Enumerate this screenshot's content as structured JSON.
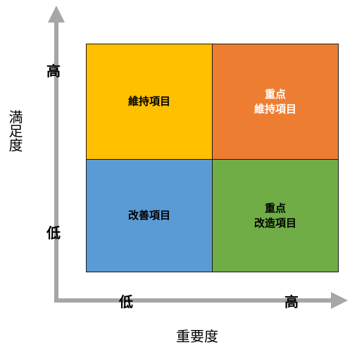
{
  "axes": {
    "y_title": "満足度",
    "x_title": "重要度",
    "y_high": "高",
    "y_low": "低",
    "x_low": "低",
    "x_high": "高"
  },
  "quadrants": {
    "top_left": {
      "label": "維持項目",
      "color": "#FFC000"
    },
    "top_right": {
      "label": "重点\n維持項目",
      "color": "#ED7D31"
    },
    "bottom_left": {
      "label": "改善項目",
      "color": "#5B9BD5"
    },
    "bottom_right": {
      "label": "重点\n改造項目",
      "color": "#70AD47"
    }
  },
  "colors": {
    "axis": "#A6A6A6"
  }
}
